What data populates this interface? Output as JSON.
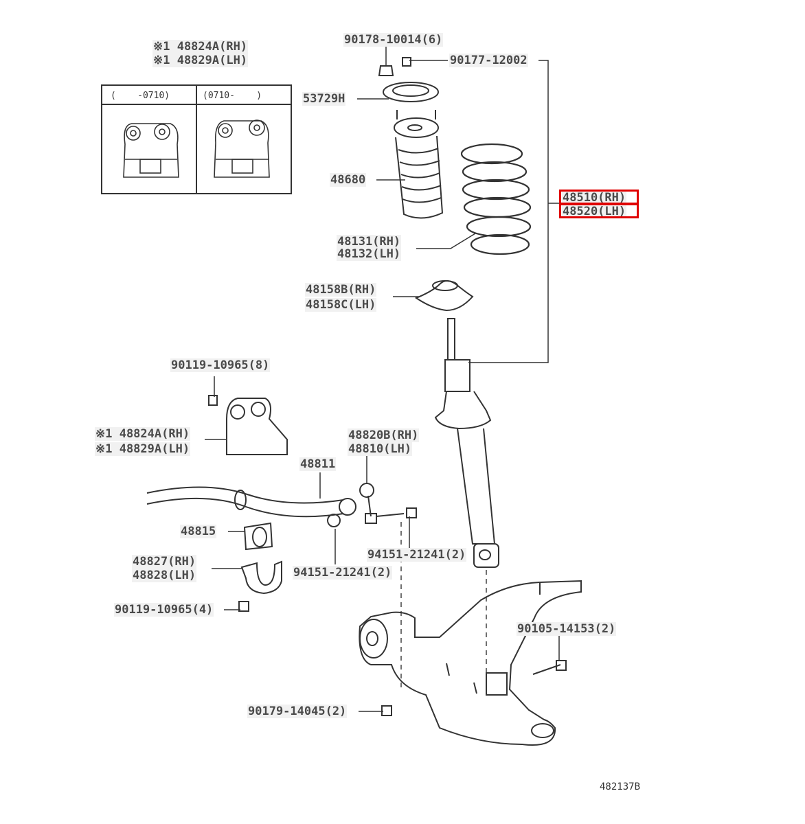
{
  "labels": {
    "inset_top_rh": "※1 48824A(RH)",
    "inset_top_lh": "※1 48829A(LH)",
    "inset_col_left": "(    -0710)",
    "inset_col_right": "(0710-    )",
    "nut_top": "90178-10014(6)",
    "nut_side": "90177-12002",
    "part_53729h": "53729H",
    "part_48680": "48680",
    "assy_rh": "48510(RH)",
    "assy_lh": "48520(LH)",
    "spring_rh": "48131(RH)",
    "spring_lh": "48132(LH)",
    "seat_rh": "48158B(RH)",
    "seat_lh": "48158C(LH)",
    "bolt_bracket": "90119-10965(8)",
    "bracket_rh": "※1 48824A(RH)",
    "bracket_lh": "※1 48829A(LH)",
    "link_rh": "48820B(RH)",
    "link_lh": "48810(LH)",
    "stabilizer": "48811",
    "bushing": "48815",
    "clamp_rh": "48827(RH)",
    "clamp_lh": "48828(LH)",
    "nut_link_upper": "94151-21241(2)",
    "nut_link_lower": "94151-21241(2)",
    "bolt_clamp": "90119-10965(4)",
    "bolt_arm": "90105-14153(2)",
    "nut_arm": "90179-14045(2)",
    "figure_id": "482137B"
  },
  "highlight_color": "#e00000"
}
